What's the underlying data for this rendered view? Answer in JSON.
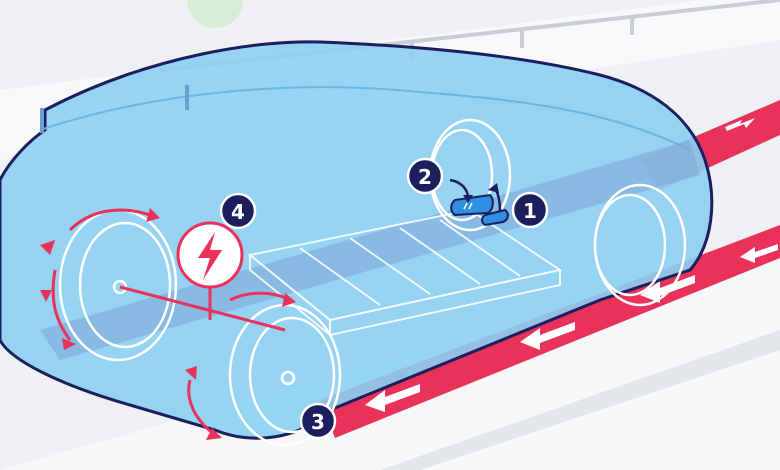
{
  "callouts": [
    {
      "number": "1",
      "meaning": "accelerator-pedal"
    },
    {
      "number": "2",
      "meaning": "brake-pedal"
    },
    {
      "number": "3",
      "meaning": "rear-wheel-regeneration"
    },
    {
      "number": "4",
      "meaning": "energy-recovery"
    }
  ],
  "labels": {
    "c1": "1",
    "c2": "2",
    "c3": "3",
    "c4": "4"
  },
  "colors": {
    "body": "#8ccff2",
    "outline": "#1b1f5e",
    "accent_red": "#e8325a",
    "background": "#eef0f3",
    "pedal": "#2f8fe0"
  }
}
